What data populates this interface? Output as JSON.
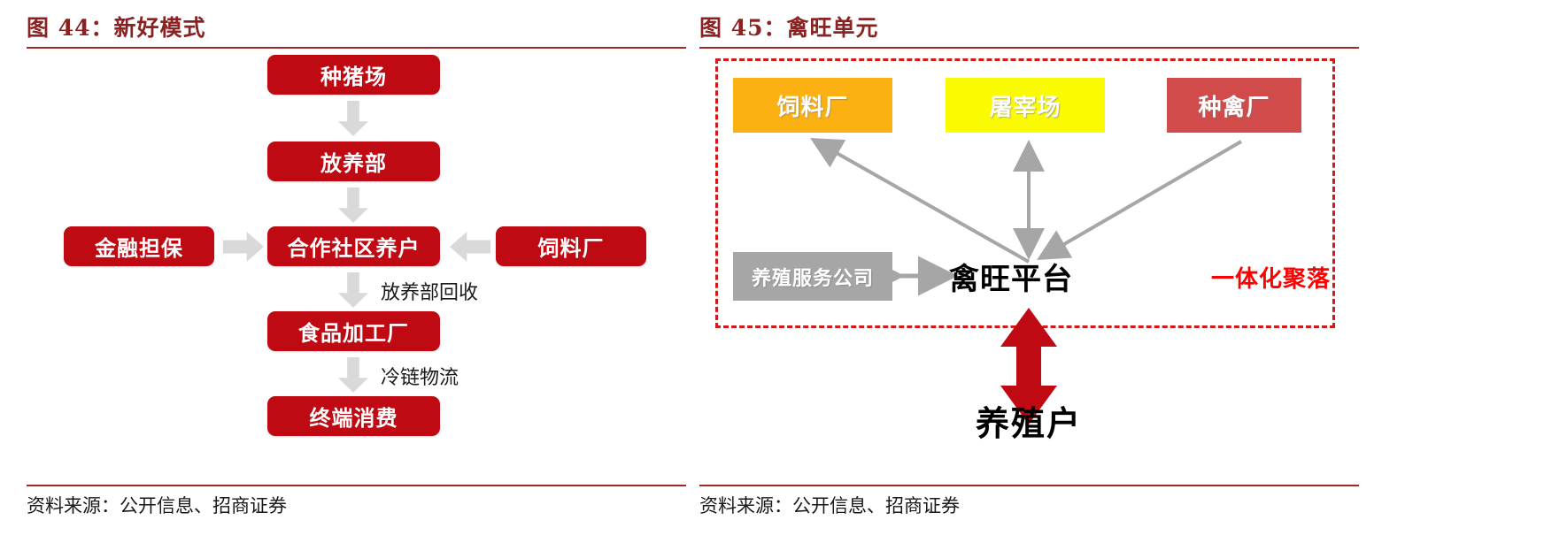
{
  "left": {
    "title": "图 44：新好模式",
    "source": "资料来源：公开信息、招商证券",
    "nodes": {
      "boar_farm": "种猪场",
      "rearing_dept": "放养部",
      "finance_guarantee": "金融担保",
      "coop_farmers": "合作社区养户",
      "feed_mill": "饲料厂",
      "food_processing": "食品加工厂",
      "end_consumption": "终端消费"
    },
    "edge_labels": {
      "recovery": "放养部回收",
      "cold_chain": "冷链物流"
    },
    "colors": {
      "box": "#C00A13",
      "arrow": "#D9D9D9",
      "rule": "#9D2A2A",
      "title": "#8B2222"
    }
  },
  "right": {
    "title": "图 45：禽旺单元",
    "source": "资料来源：公开信息、招商证券",
    "nodes": {
      "feed_mill": "饲料厂",
      "slaughterhouse": "屠宰场",
      "breeder_farm": "种禽厂",
      "service_company": "养殖服务公司",
      "platform": "禽旺平台",
      "cluster_label": "一体化聚落",
      "farmer": "养殖户"
    },
    "colors": {
      "feed_mill": "#FBB112",
      "slaughterhouse": "#FAFA00",
      "breeder_farm": "#D14B4B",
      "service_company": "#A6A6A6",
      "dashed_border": "#D11A1A",
      "big_arrow": "#C00A13",
      "thin_arrow": "#A6A6A6",
      "cluster_text": "#FF0000"
    }
  }
}
